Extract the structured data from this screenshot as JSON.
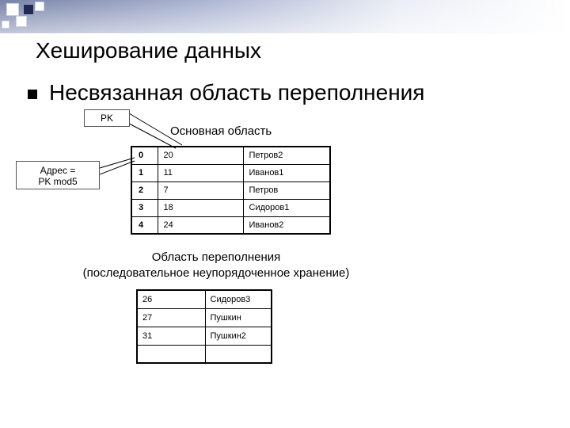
{
  "slide": {
    "title": "Хеширование данных",
    "bullet": "Несвязанная область переполнения"
  },
  "callouts": {
    "pk": "PK",
    "address_line1": "Адрес =",
    "address_line2": "PK mod5"
  },
  "main_area": {
    "caption": "Основная область",
    "rows": [
      {
        "index": "0",
        "key": "20",
        "name": "Петров2"
      },
      {
        "index": "1",
        "key": "11",
        "name": "Иванов1"
      },
      {
        "index": "2",
        "key": "7",
        "name": "Петров"
      },
      {
        "index": "3",
        "key": "18",
        "name": "Сидоров1"
      },
      {
        "index": "4",
        "key": "24",
        "name": "Иванов2"
      }
    ]
  },
  "overflow_area": {
    "caption_line1": "Область переполнения",
    "caption_line2": "(последовательное неупорядоченное хранение)",
    "rows": [
      {
        "key": "26",
        "name": "Сидоров3"
      },
      {
        "key": "27",
        "name": "Пушкин"
      },
      {
        "key": "31",
        "name": "Пушкин2"
      },
      {
        "key": "",
        "name": ""
      }
    ]
  },
  "colors": {
    "header_band": "#4a5a8a",
    "decor_square_dark": "#1f2a55",
    "text": "#000000"
  }
}
